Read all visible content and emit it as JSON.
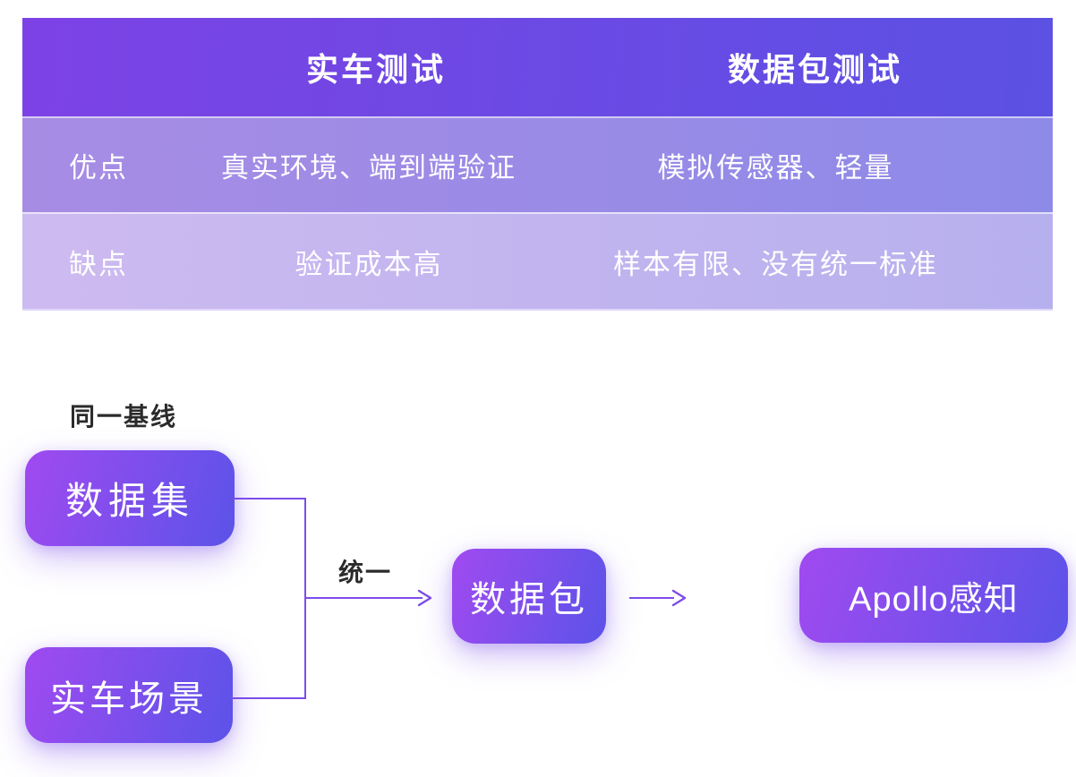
{
  "table": {
    "header": [
      "实车测试",
      "数据包测试"
    ],
    "rows": [
      {
        "label": "优点",
        "real_vehicle": "真实环境、端到端验证",
        "packet": "模拟传感器、轻量"
      },
      {
        "label": "缺点",
        "real_vehicle": "验证成本高",
        "packet": "样本有限、没有统一标准"
      }
    ]
  },
  "flow": {
    "baseline_label": "同一基线",
    "unify_label": "统一",
    "nodes": {
      "dataset": "数据集",
      "real_scene": "实车场景",
      "packet": "数据包",
      "apollo": "Apollo感知"
    }
  },
  "colors": {
    "header_grad_a": "#7d42e5",
    "header_grad_b": "#5b51e3",
    "row1_grad_a": "#a78ce4",
    "row1_grad_b": "#8e8ae8",
    "row2_grad_a": "#cdbaf0",
    "row2_grad_b": "#b7b0ee",
    "node_grad_a": "#a04af0",
    "node_grad_b": "#5b53e8",
    "line_color": "#7c4cea",
    "label_color": "#2b2b2b"
  }
}
